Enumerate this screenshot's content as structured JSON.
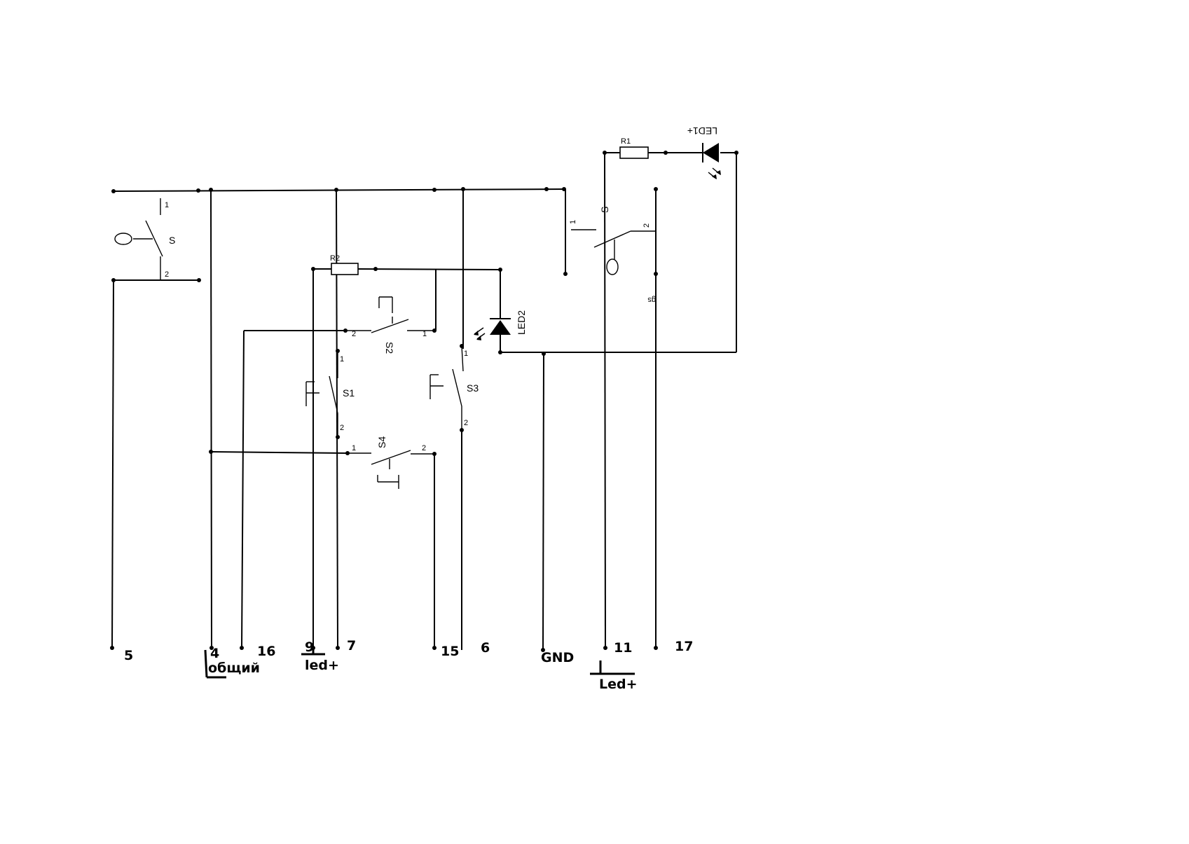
{
  "components": {
    "s_left": "S",
    "s_right": "S",
    "s1": "S1",
    "s2": "S2",
    "s3": "S3",
    "s4": "S4",
    "r1": "R1",
    "r2": "R2",
    "led1": "LED1+",
    "led2": "LED2",
    "gs": "gs"
  },
  "pin_numbers": {
    "one": "1",
    "two": "2"
  },
  "terminals": {
    "t5": "5",
    "t4": "4",
    "t16": "16",
    "t9": "9",
    "t7": "7",
    "t15": "15",
    "t6": "6",
    "gnd": "GND",
    "t11": "11",
    "t17": "17"
  },
  "notes": {
    "common": "общий",
    "led_plus_lower": "led+",
    "led_plus_upper": "Led+"
  }
}
